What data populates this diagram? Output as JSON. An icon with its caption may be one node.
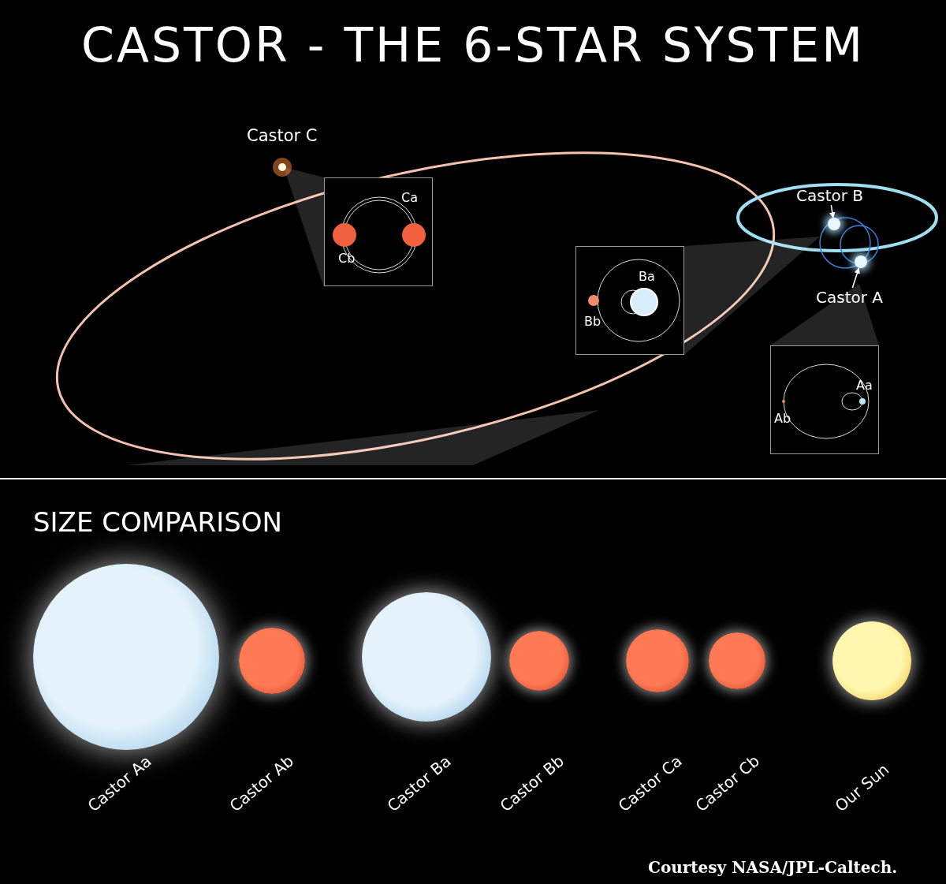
{
  "diagram": {
    "title": "CASTOR - THE 6-STAR SYSTEM",
    "nodes": [
      {
        "text": [
          "Castor B"
        ]
      },
      {
        "text": [],
        "shape": "circle"
      },
      {
        "text": [
          "Castor A"
        ]
      },
      {
        "text": [],
        "shape": "circle"
      },
      {
        "text": [
          "Ca",
          "Cb"
        ]
      },
      {
        "text": [
          "Ba",
          "Bb"
        ]
      },
      {
        "text": [
          "Aa",
          "Ab"
        ]
      }
    ],
    "edges": [
      {
        "from": 0,
        "to": 1,
        "arrow": "to"
      },
      {
        "from": 2,
        "to": 3,
        "arrow": "to"
      }
    ],
    "labels": [
      "Castor C",
      "SIZE COMPARISON",
      "Castor Aa",
      "Castor Ab",
      "Castor Ba",
      "Castor Bb",
      "Castor Ca",
      "Castor Cb",
      "Our Sun",
      "Courtesy NASA/JPL-Caltech."
    ]
  }
}
